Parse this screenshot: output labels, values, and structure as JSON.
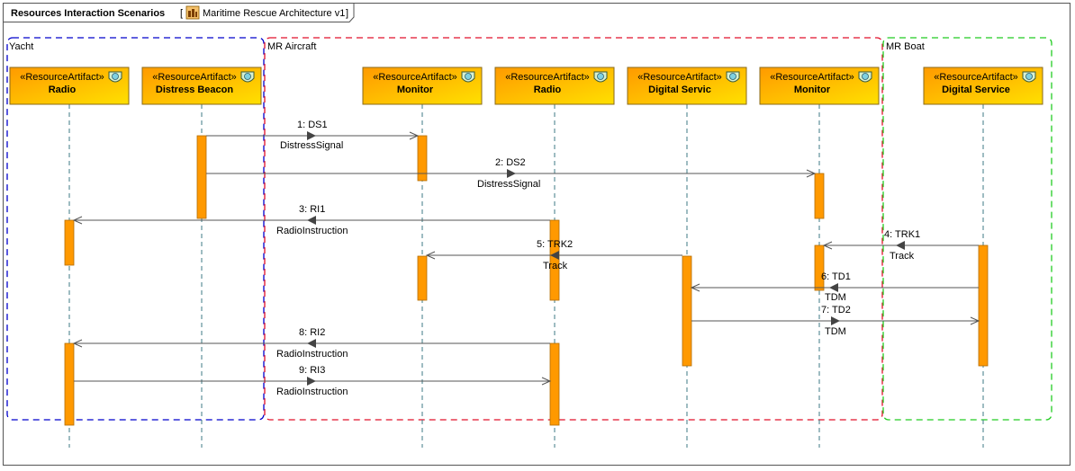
{
  "frame": {
    "title": "Resources Interaction Scenarios",
    "diagram_ref": "Maritime Rescue Architecture v1"
  },
  "groups": [
    {
      "label": "Yacht",
      "color": "#0000cc"
    },
    {
      "label": "MR Aircraft",
      "color": "#e0102a"
    },
    {
      "label": "MR Boat",
      "color": "#22cc22"
    }
  ],
  "lifelines": [
    {
      "stereotype": "«ResourceArtifact»",
      "name": "Radio"
    },
    {
      "stereotype": "«ResourceArtifact»",
      "name": "Distress Beacon"
    },
    {
      "stereotype": "«ResourceArtifact»",
      "name": "Monitor"
    },
    {
      "stereotype": "«ResourceArtifact»",
      "name": "Radio"
    },
    {
      "stereotype": "«ResourceArtifact»",
      "name": "Digital Servic"
    },
    {
      "stereotype": "«ResourceArtifact»",
      "name": "Monitor"
    },
    {
      "stereotype": "«ResourceArtifact»",
      "name": "Digital Service"
    }
  ],
  "messages": [
    {
      "label": "1: DS1",
      "type": "DistressSignal"
    },
    {
      "label": "2: DS2",
      "type": "DistressSignal"
    },
    {
      "label": "3: RI1",
      "type": "RadioInstruction"
    },
    {
      "label": "4: TRK1",
      "type": "Track"
    },
    {
      "label": "5: TRK2",
      "type": "Track"
    },
    {
      "label": "6: TD1",
      "type": "TDM"
    },
    {
      "label": "7: TD2",
      "type": "TDM"
    },
    {
      "label": "8: RI2",
      "type": "RadioInstruction"
    },
    {
      "label": "9: RI3",
      "type": "RadioInstruction"
    }
  ],
  "colors": {
    "header_top": "#ffd700",
    "header_bottom": "#ff9900",
    "activation": "#ff9900",
    "lifeline": "#3c7a86",
    "message": "#555555"
  }
}
